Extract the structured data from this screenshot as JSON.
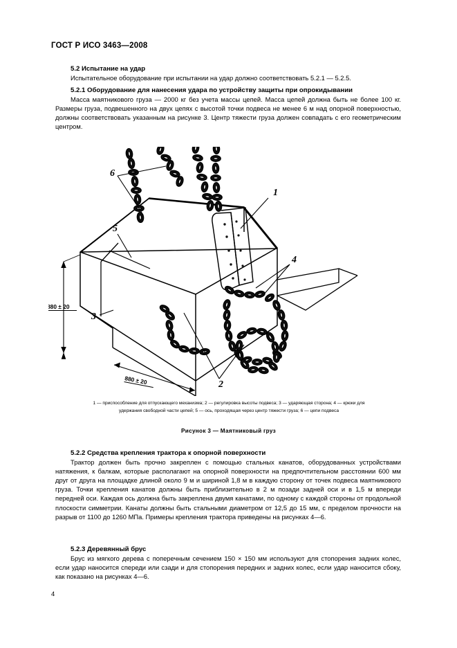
{
  "document": {
    "header": "ГОСТ Р ИСО 3463—2008",
    "page_number": "4"
  },
  "sections": [
    {
      "id": "5.2",
      "heading": "5.2  Испытание на удар",
      "paragraphs": [
        "Испытательное оборудование при испытании на удар должно соответствовать 5.2.1 — 5.2.5."
      ]
    },
    {
      "id": "5.2.1",
      "heading": "5.2.1  Оборудование для нанесения удара по устройству защиты при опрокидывании",
      "paragraphs": [
        "Масса маятникового груза — 2000 кг без учета массы цепей. Масса цепей должна быть не более 100 кг. Размеры груза, подвешенного на двух цепях с высотой точки подвеса не менее 6 м над опорной поверхностью, должны соответствовать указанным на рисунке 3. Центр тяжести груза должен совпадать с его геометрическим центром."
      ]
    },
    {
      "id": "5.2.2",
      "heading": "5.2.2  Средства крепления трактора к опорной поверхности",
      "paragraphs": [
        "Трактор должен быть прочно закреплен с помощью стальных канатов, оборудованных устройствами натяжения, к балкам, которые располагают на опорной поверхности на предпочтительном расстоянии 600 мм друг от друга на площадке длиной около 9 м и шириной 1,8 м в каждую сторону от точек подвеса маятникового груза. Точки крепления канатов должны быть приблизительно в 2 м позади задней оси и в 1,5 м впереди передней оси. Каждая ось должна быть закреплена двумя канатами, по одному с каждой стороны от продольной плоскости симметрии. Канаты должны быть стальными диаметром от 12,5 до 15 мм, с пределом прочности на разрыв от 1100 до 1260 МПа. Примеры крепления трактора приведены на рисунках 4—6."
      ]
    },
    {
      "id": "5.2.3",
      "heading": "5.2.3  Деревянный брус",
      "paragraphs": [
        "Брус из мягкого дерева с поперечным сечением 150 × 150 мм используют для стопорения задних колес, если удар наносится спереди или сзади и для стопорения передних и задних колес, если удар наносится сбоку, как показано на рисунках 4—6."
      ]
    }
  ],
  "figure": {
    "caption": "Рисунок 3 — Маятниковый груз",
    "legend_line1": "1 — приспособление для отпускающего механизма; 2 — регулировка высоты подвеса; 3 —  ударяющая сторона; 4 — крюки для",
    "legend_line2": "удержания свободной части цепей; 5  —  ось, проходящая через центр тяжести груза; 6 —  цепи подвеса",
    "dimensions": {
      "height": "880 ± 20",
      "depth": "880 ± 20"
    },
    "callouts": {
      "c1": "1",
      "c2": "2",
      "c3": "3",
      "c4": "4",
      "c5": "5",
      "c6": "6"
    }
  }
}
